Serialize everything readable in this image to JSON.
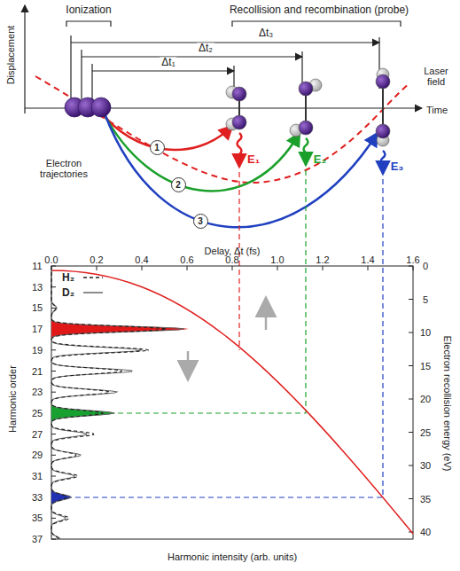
{
  "diagram": {
    "nodes": [
      {
        "text": [
          "1"
        ]
      },
      {
        "text": [
          "2"
        ]
      },
      {
        "text": [
          "3"
        ]
      }
    ],
    "labels": [
      "Ionization",
      "Recollision and recombination (probe)",
      "Displacement",
      "Δt₃",
      "Δt₂",
      "Δt₁",
      "Laser field",
      "Time",
      "Electron trajectories",
      "E₁",
      "E₂",
      "E₃",
      "Delay, Δt (fs)",
      "0.0",
      "0.2",
      "0.4",
      "0.6",
      "0.8",
      "1.0",
      "1.2",
      "1.4",
      "1.6",
      "11",
      "13",
      "15",
      "17",
      "19",
      "21",
      "23",
      "25",
      "27",
      "29",
      "31",
      "33",
      "35",
      "37",
      "0",
      "5",
      "10",
      "15",
      "20",
      "25",
      "30",
      "35",
      "40",
      "Harmonic order",
      "Electron recollision energy (eV)",
      "Harmonic intensity (arb. units)"
    ],
    "legend": [
      {
        "text": "H₂"
      },
      {
        "text": "D₂"
      }
    ]
  }
}
